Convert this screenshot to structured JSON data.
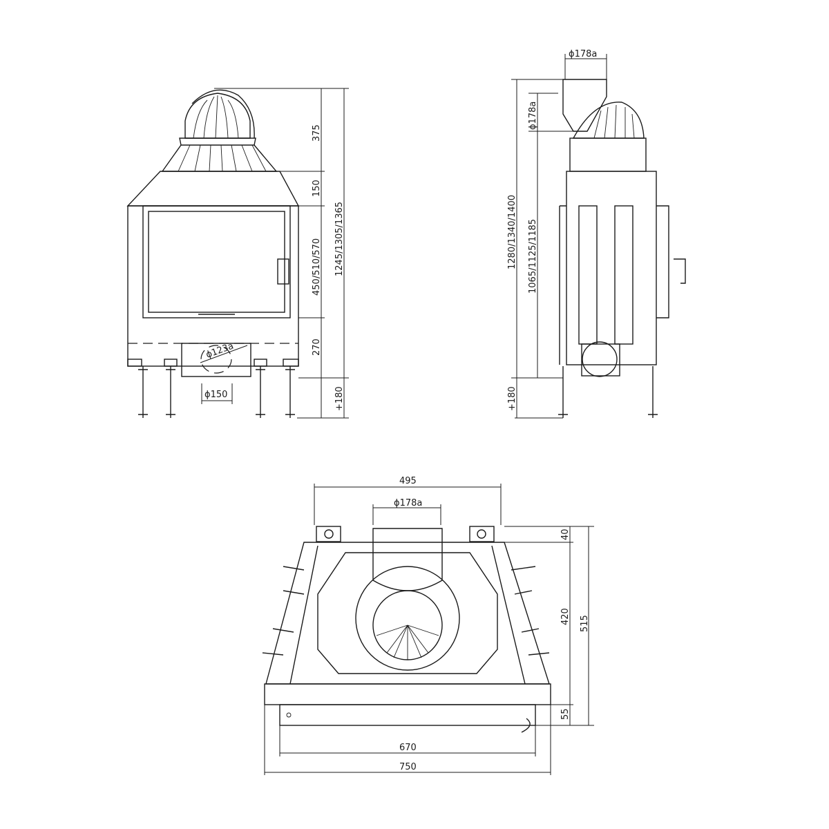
{
  "front_view": {
    "dim_top": "375",
    "dim_upper": "150",
    "dim_door": "450/510/570",
    "dim_base": "270",
    "dim_legs": "+180",
    "dim_total": "1245/1305/1365",
    "dim_outlet_diam": "ϕ123a",
    "dim_spigot_diam": "ϕ150"
  },
  "side_view": {
    "dim_flue_top": "ϕ178a",
    "dim_flue_side": "ϕ178a",
    "dim_total": "1280/1340/1400",
    "dim_body": "1065/1125/1185",
    "dim_legs": "+180"
  },
  "top_view": {
    "dim_width_top": "495",
    "dim_flue": "ϕ178a",
    "dim_40": "40",
    "dim_420": "420",
    "dim_515": "515",
    "dim_55": "55",
    "dim_670": "670",
    "dim_750": "750"
  }
}
